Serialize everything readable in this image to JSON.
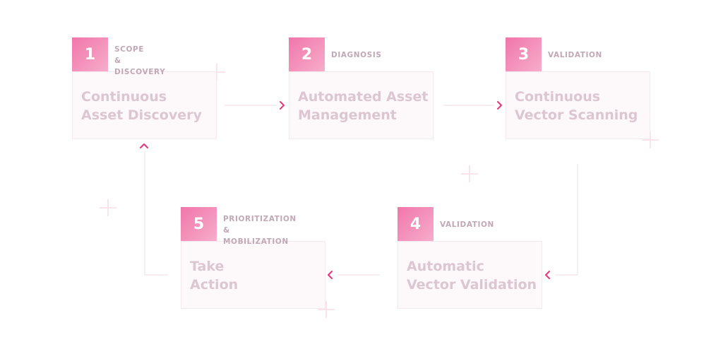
{
  "steps": [
    {
      "number": "1",
      "phase": "SCOPE\n& DISCOVERY",
      "title": "Continuous\nAsset Discovery"
    },
    {
      "number": "2",
      "phase": "DIAGNOSIS",
      "title": "Automated Asset\nManagement"
    },
    {
      "number": "3",
      "phase": "VALIDATION",
      "title": "Continuous\nVector Scanning"
    },
    {
      "number": "4",
      "phase": "VALIDATION",
      "title": "Automatic\nVector Validation"
    },
    {
      "number": "5",
      "phase": "PRIORITIZATION\n& MOBILIZATION",
      "title": "Take\nAction"
    }
  ],
  "colors": {
    "accent": "#e8357a",
    "badge_start": "#f06fa6",
    "badge_end": "#f7a9c8",
    "connector": "#f1e2e9",
    "card_fill": "#fdf8fa",
    "card_title": "#dcc6d1",
    "phase_text": "#c2a7b6"
  },
  "icons": [
    "chevron-right-icon",
    "chevron-left-icon",
    "chevron-up-icon",
    "sparkle-icon"
  ]
}
